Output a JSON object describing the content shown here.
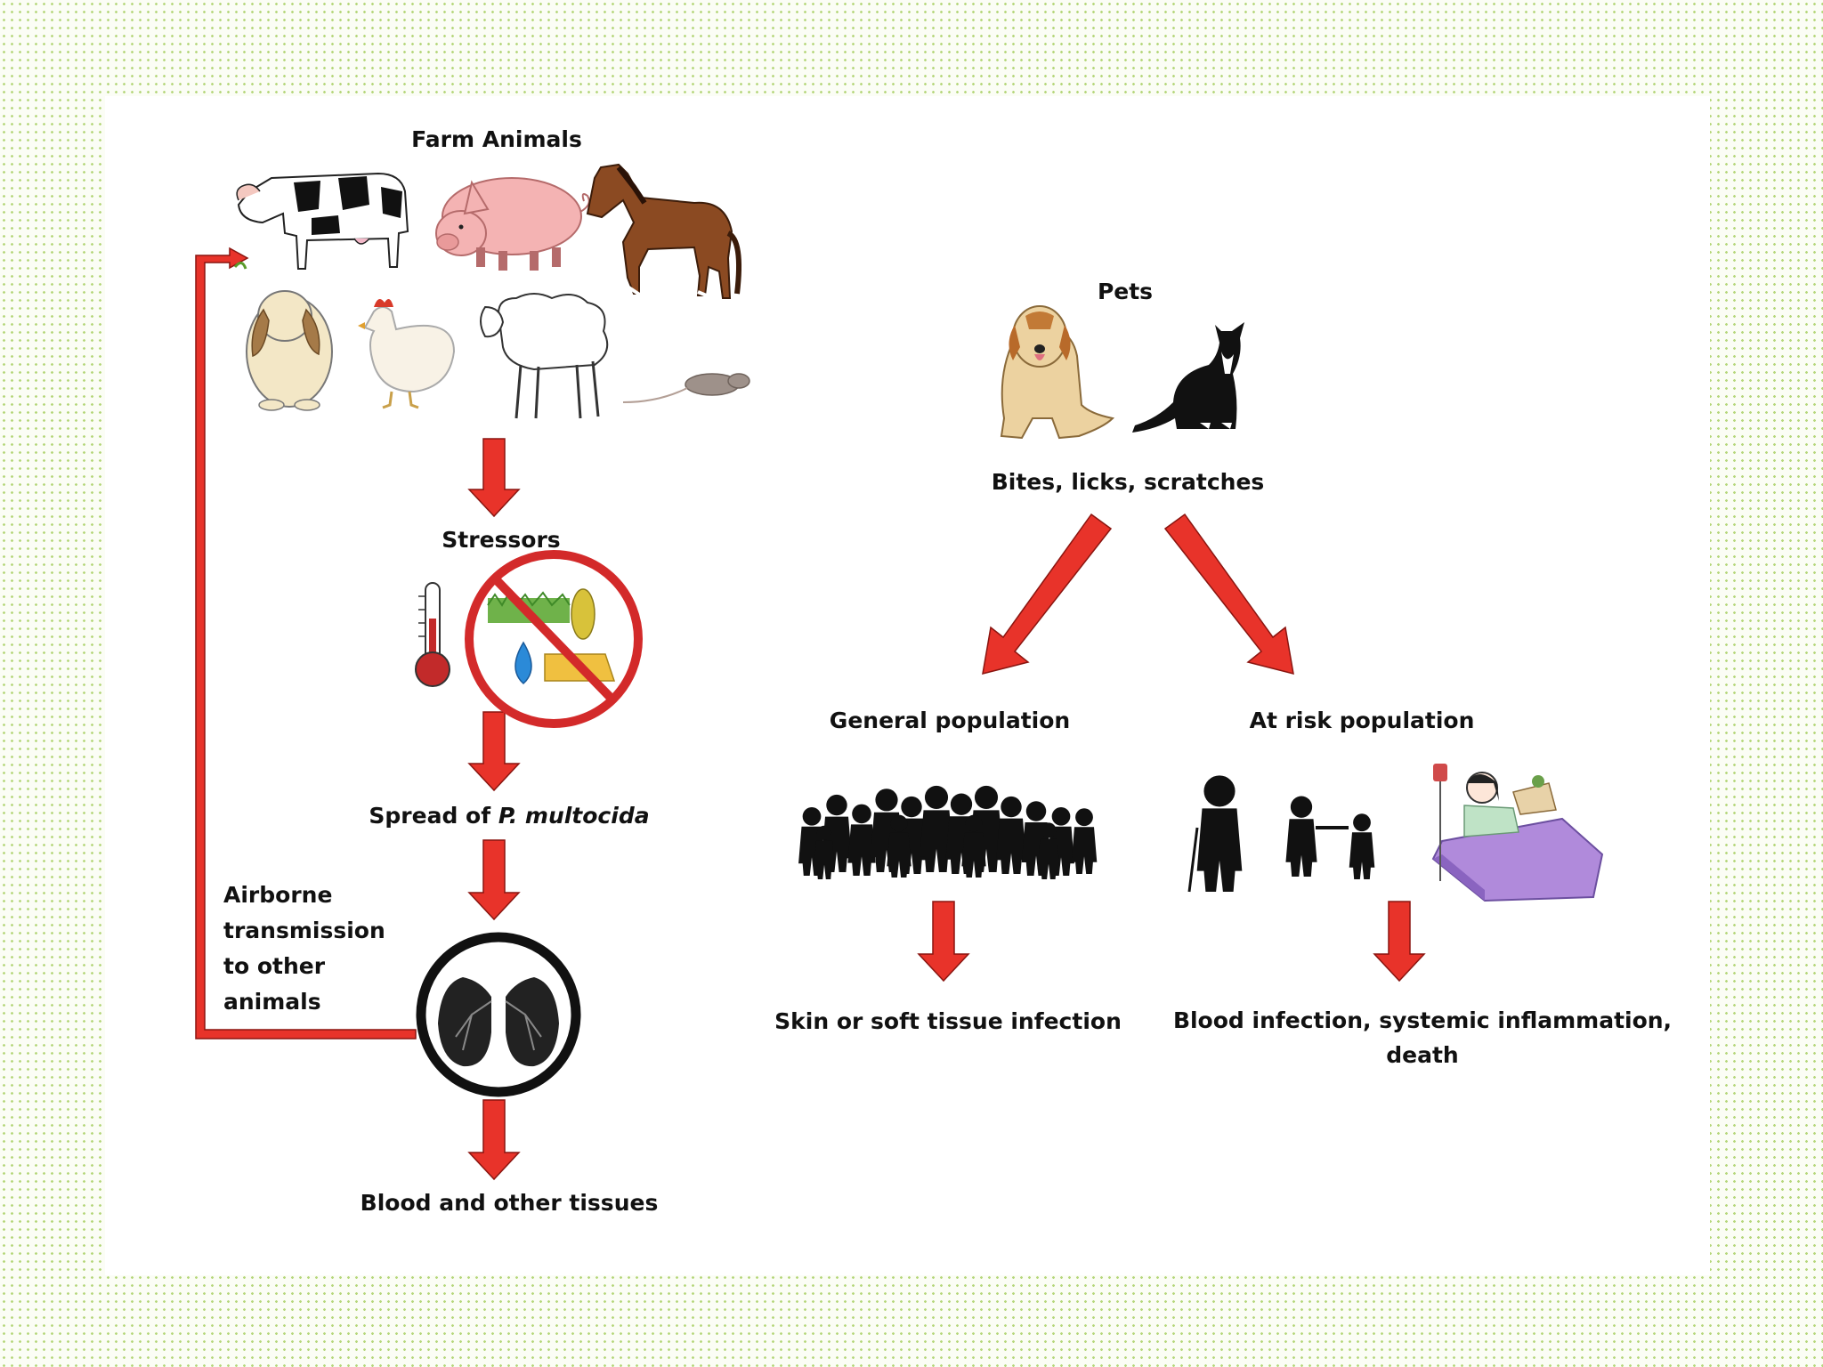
{
  "labels": {
    "farm_animals": "Farm Animals",
    "stressors": "Stressors",
    "spread_prefix": "Spread of ",
    "spread_species": "P. multocida",
    "airborne_line1": "Airborne",
    "airborne_line2": "transmission",
    "airborne_line3": "to other",
    "airborne_line4": "animals",
    "blood_tissues": "Blood and other tissues",
    "pets": "Pets",
    "bites": "Bites, licks, scratches",
    "general_population": "General population",
    "at_risk_population": "At risk population",
    "skin_infection": "Skin or soft tissue infection",
    "blood_infection_line1": "Blood infection, systemic inflammation,",
    "blood_infection_line2": "death"
  },
  "icons": {
    "farm": [
      "cow-icon",
      "pig-icon",
      "horse-icon",
      "rabbit-icon",
      "chicken-icon",
      "sheep-icon",
      "rat-icon"
    ],
    "stressors": [
      "thermometer-icon",
      "no-food-water-icon"
    ],
    "lungs": "lungs-icon",
    "pets": [
      "dog-icon",
      "cat-icon"
    ],
    "people": [
      "crowd-icon",
      "elderly-person-icon",
      "children-icon",
      "sick-patient-icon"
    ]
  },
  "colors": {
    "arrow": "#e8332a",
    "arrow_stroke": "#8a1510",
    "text": "#111111",
    "background_dots": "#b6d77c"
  }
}
